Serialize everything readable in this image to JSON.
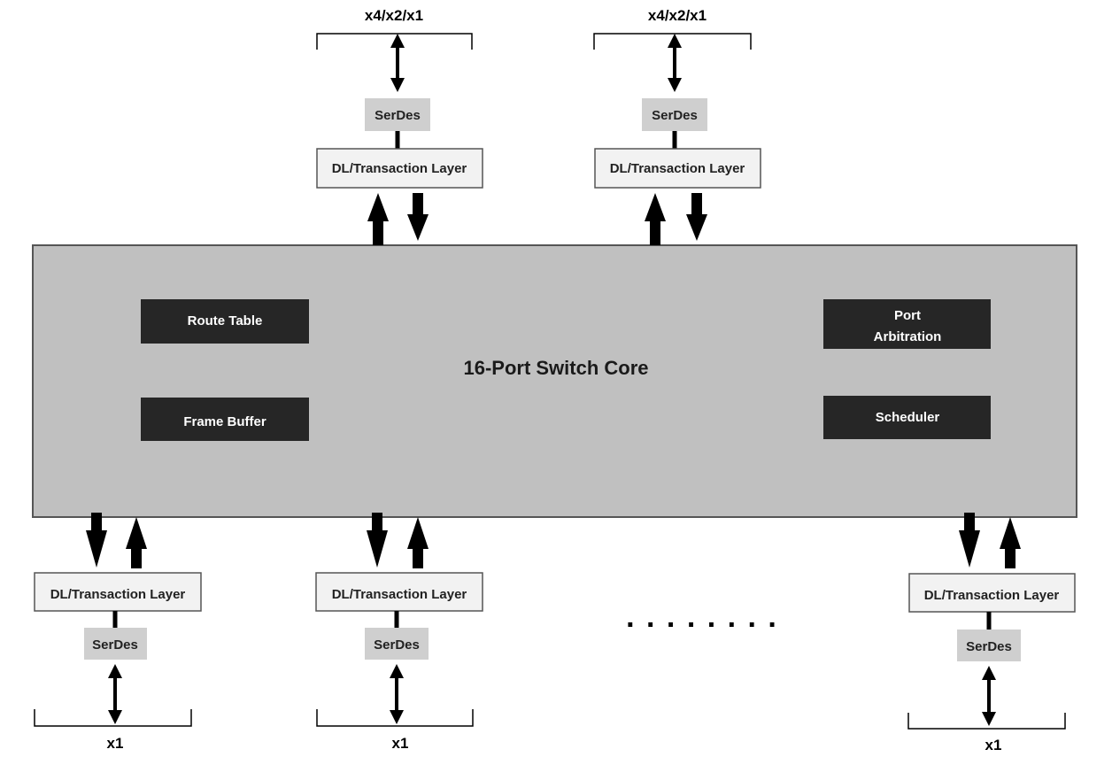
{
  "core": {
    "title": "16-Port Switch Core",
    "route_table": "Route Table",
    "frame_buffer": "Frame Buffer",
    "port_arbitration_line1": "Port",
    "port_arbitration_line2": "Arbitration",
    "scheduler": "Scheduler"
  },
  "top_ports": [
    {
      "width_label": "x4/x2/x1",
      "serdes": "SerDes",
      "layer": "DL/Transaction Layer"
    },
    {
      "width_label": "x4/x2/x1",
      "serdes": "SerDes",
      "layer": "DL/Transaction Layer"
    }
  ],
  "bottom_ports": [
    {
      "width_label": "x1",
      "serdes": "SerDes",
      "layer": "DL/Transaction Layer"
    },
    {
      "width_label": "x1",
      "serdes": "SerDes",
      "layer": "DL/Transaction Layer"
    },
    {
      "width_label": "x1",
      "serdes": "SerDes",
      "layer": "DL/Transaction Layer"
    }
  ],
  "ellipsis": ". . . . . . . ."
}
